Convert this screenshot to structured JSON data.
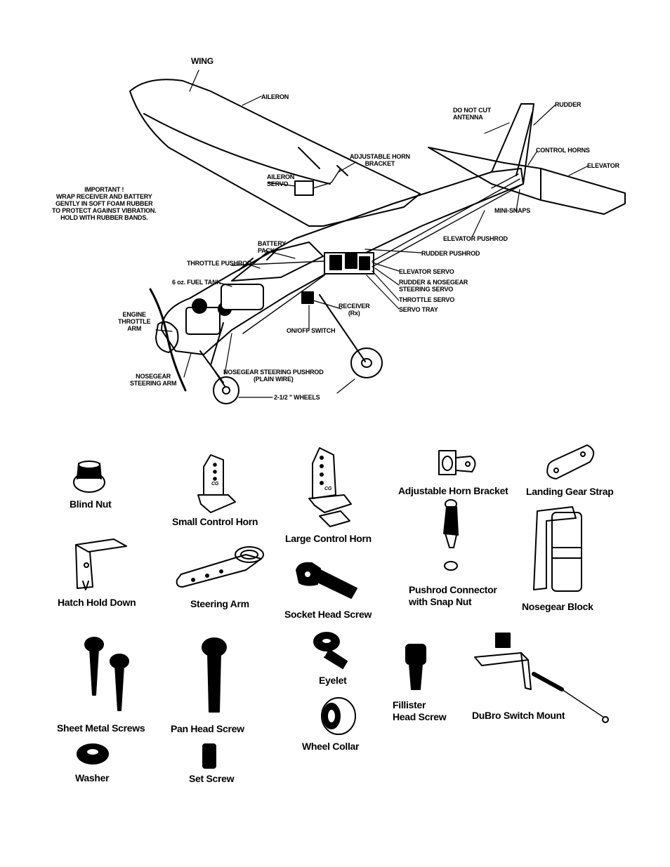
{
  "airplane_labels": {
    "wing": "WING",
    "aileron": "AILERON",
    "do_not_cut_antenna": "DO NOT CUT\nANTENNA",
    "rudder": "RUDDER",
    "adjustable_horn_bracket": "ADJUSTABLE HORN\nBRACKET",
    "control_horns": "CONTROL HORNS",
    "elevator": "ELEVATOR",
    "aileron_servo": "AILERON\nSERVO",
    "important_note": "IMPORTANT !\nWRAP RECEIVER AND BATTERY\nGENTLY IN SOFT FOAM RUBBER\nTO PROTECT AGAINST VIBRATION.\nHOLD WITH RUBBER BANDS.",
    "mini_snaps": "MINI-SNAPS",
    "elevator_pushrod": "ELEVATOR PUSHROD",
    "battery_pack": "BATTERY\nPACK",
    "rudder_pushrod": "RUDDER PUSHROD",
    "throttle_pushrod": "THROTTLE PUSHROD",
    "elevator_servo": "ELEVATOR SERVO",
    "fuel_tank": "6 oz. FUEL TANK",
    "rudder_nosegear_servo": "RUDDER & NOSEGEAR\nSTEERING SERVO",
    "throttle_servo": "THROTTLE SERVO",
    "receiver": "RECEIVER\n(Rx)",
    "servo_tray": "SERVO TRAY",
    "engine_throttle_arm": "ENGINE\nTHROTTLE\nARM",
    "on_off_switch": "ON/OFF SWITCH",
    "nosegear_steering_pushrod": "NOSEGEAR STEERING PUSHROD\n(PLAIN WIRE)",
    "nosegear_steering_arm": "NOSEGEAR\nSTEERING ARM",
    "wheels": "2-1/2 \" WHEELS"
  },
  "parts": {
    "blind_nut": "Blind Nut",
    "small_control_horn": "Small Control Horn",
    "large_control_horn": "Large Control Horn",
    "adjustable_horn_bracket": "Adjustable Horn Bracket",
    "landing_gear_strap": "Landing Gear Strap",
    "hatch_hold_down": "Hatch Hold Down",
    "steering_arm": "Steering Arm",
    "socket_head_screw": "Socket Head Screw",
    "pushrod_connector": "Pushrod Connector\nwith Snap Nut",
    "nosegear_block": "Nosegear Block",
    "sheet_metal_screws": "Sheet Metal Screws",
    "pan_head_screw": "Pan Head Screw",
    "eyelet": "Eyelet",
    "fillister_head_screw": "Fillister\nHead Screw",
    "dubro_switch_mount": "DuBro Switch Mount",
    "wheel_collar": "Wheel Collar",
    "washer": "Washer",
    "set_screw": "Set Screw"
  },
  "horn_marking": "CG"
}
